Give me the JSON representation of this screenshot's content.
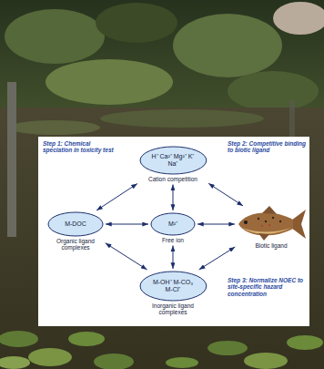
{
  "diagram": {
    "nodes": [
      {
        "text": [
          "H⁺ Ca²⁺ Mg²⁺ K⁺ Na⁺",
          "Cation competition"
        ]
      },
      {
        "text": [
          "M-DOC",
          "Organic ligand complexes"
        ]
      },
      {
        "text": [
          "M²⁺",
          "Free ion"
        ]
      },
      {
        "text": [
          "Biotic ligand"
        ]
      },
      {
        "text": [
          "M-OH⁺ M-CO₃ M-Cl⁺",
          "Inorganic ligand complexes"
        ]
      }
    ],
    "edges": [
      {
        "from": 0,
        "to": 2,
        "arrow": "both"
      },
      {
        "from": 0,
        "to": 3,
        "arrow": "both"
      },
      {
        "from": 1,
        "to": 0,
        "arrow": "both"
      },
      {
        "from": 1,
        "to": 2,
        "arrow": "both"
      },
      {
        "from": 2,
        "to": 3,
        "arrow": "both"
      },
      {
        "from": 4,
        "to": 2,
        "arrow": "both"
      },
      {
        "from": 4,
        "to": 3,
        "arrow": "both"
      },
      {
        "from": 1,
        "to": 4,
        "arrow": "both"
      }
    ],
    "labels": [
      "Step 1: Chemical speciation in toxicity test",
      "Step 2: Competitive binding to biotic ligand",
      "Step 3: Normalize NOEC to site-specific hazard concentration"
    ]
  }
}
